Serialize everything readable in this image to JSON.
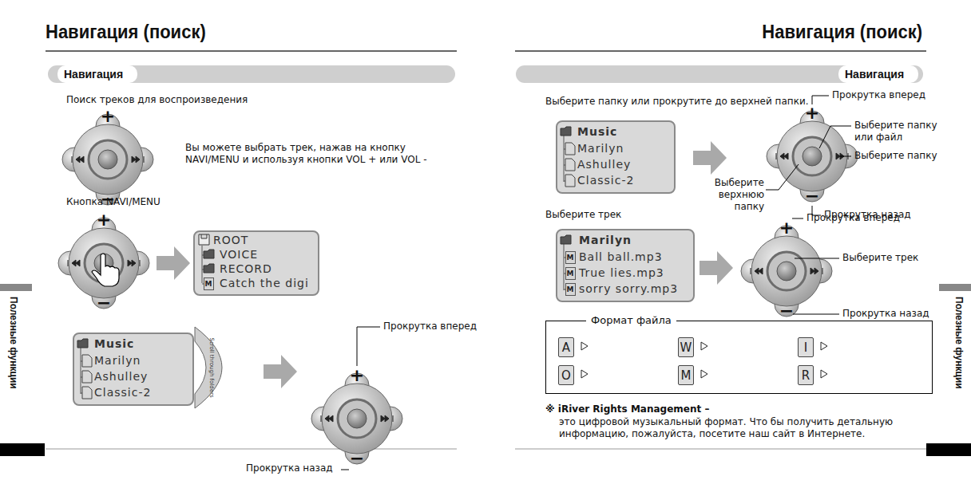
{
  "diagram": {
    "title": "Навигация (поиск)",
    "nodes": [
      {
        "text": [
          "Навигация"
        ]
      },
      {
        "text": [
          "ROOT",
          "VOICE",
          "RECORD",
          "Catch the digi"
        ]
      },
      {
        "text": [
          "M"
        ],
        "in": 1
      },
      {
        "text": [
          "Music",
          "Marilyn",
          "Ashulley",
          "Classic-2"
        ]
      },
      {
        "text": [
          "Навигация"
        ]
      },
      {
        "text": [
          "Music",
          "Marilyn",
          "Ashulley",
          "Classic-2"
        ]
      },
      {
        "text": [
          "Marilyn",
          "Ball ball.mp3",
          "True lies.mp3",
          "sorry sorry.mp3"
        ]
      },
      {
        "text": [
          "M"
        ],
        "in": 6
      },
      {
        "text": [
          "M"
        ],
        "in": 6
      },
      {
        "text": [
          "M"
        ],
        "in": 6
      },
      {
        "text": [
          "Формат файла"
        ]
      },
      {
        "text": [
          "A"
        ],
        "in": 10
      },
      {
        "text": [
          "W"
        ],
        "in": 10
      },
      {
        "text": [
          "I"
        ],
        "in": 10
      },
      {
        "text": [
          "O"
        ],
        "in": 10
      },
      {
        "text": [
          "M"
        ],
        "in": 10
      },
      {
        "text": [
          "R"
        ],
        "in": 10
      }
    ],
    "labels": [
      "Навигация (поиск)",
      "Поиск треков для воспроизведения",
      "+",
      "−",
      "Вы можете выбрать трек, нажав на кнопку NAVI/MENU и используя кнопки VOL + или VOL -",
      "Кнопка NAVI/MENU",
      "+",
      "−",
      "Scroll through folders",
      "+",
      "−",
      "Прокрутка вперед",
      "Прокрутка назад",
      "Полезные функции",
      "Выберите папку или прокрутите до верхней папки.",
      "+",
      "−",
      "Прокрутка вперед",
      "Выберите папку или файл",
      "Выберите папку",
      "Выберите верхнюю папку",
      "Прокрутка назад",
      "Выберите трек",
      "+",
      "−",
      "Прокрутка вперед",
      "Выберите трек",
      "Прокрутка назад",
      "※ iRiver Rights Management –",
      "это цифровой музыкальный формат. Что бы получить детальную информацию, пожалуйста, посетите наш сайт в Интернете.",
      "Полезные функции"
    ]
  }
}
